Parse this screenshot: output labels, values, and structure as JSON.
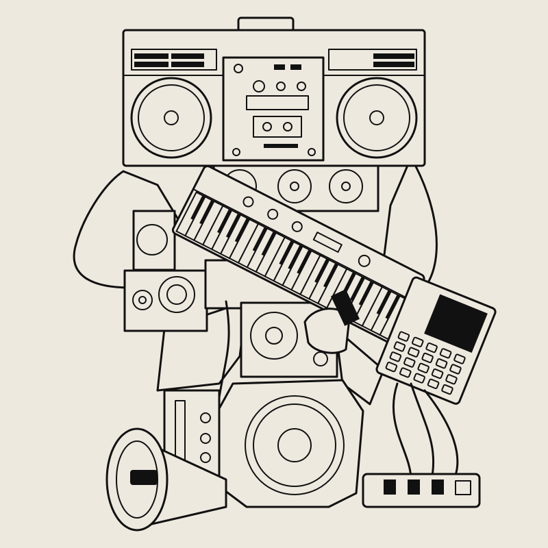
{
  "colors": {
    "background": "#eee9df",
    "ink": "#111111",
    "fill": "#eee9df"
  },
  "illustration": {
    "parts": [
      "boombox-head",
      "keytar",
      "drum-machine",
      "speaker-stack",
      "megaphone",
      "power-strip",
      "arms",
      "cables"
    ]
  }
}
